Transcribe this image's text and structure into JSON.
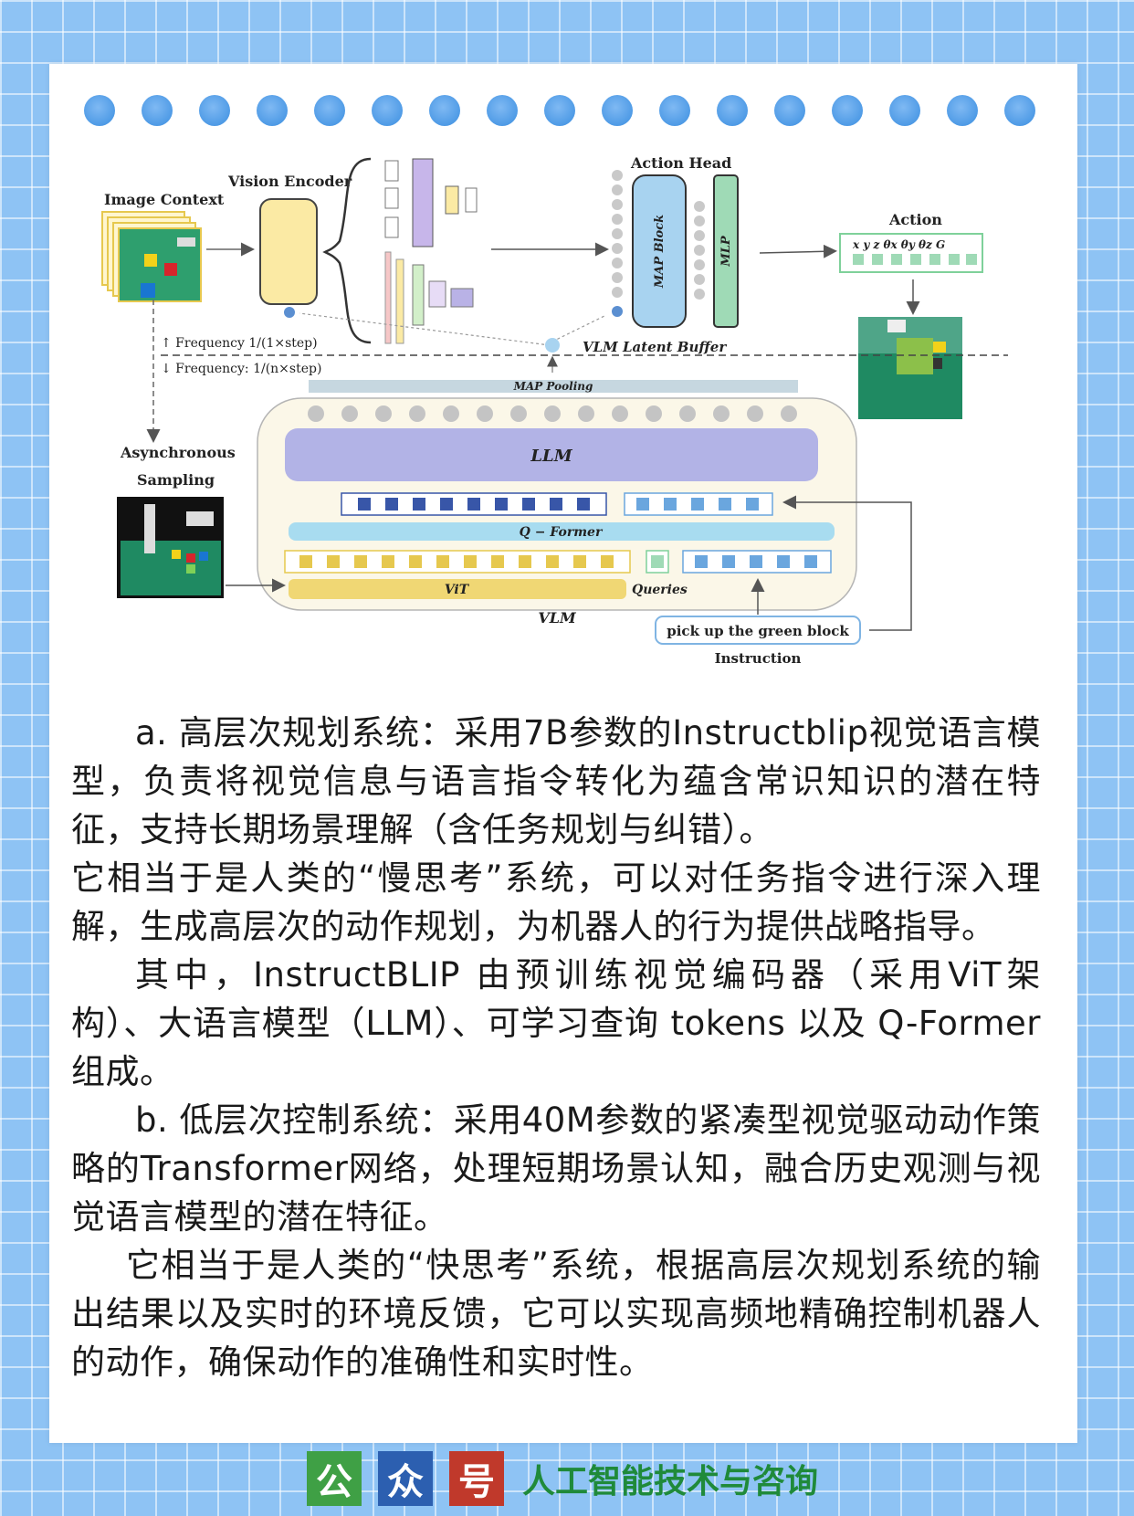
{
  "diagram": {
    "image_context": "Image Context",
    "vision_encoder": "Vision Encoder",
    "action_head": "Action Head",
    "map_block": "MAP Block",
    "mlp": "MLP",
    "action": "Action",
    "action_vars": "x  y  z  θx  θy  θz  G",
    "freq_up": "↑ Frequency  1/(1×step)",
    "freq_down": "↓ Frequency: 1/(n×step)",
    "vlm_latent_buffer": "VLM Latent Buffer",
    "map_pooling": "MAP Pooling",
    "async_1": "Asynchronous",
    "async_2": "Sampling",
    "llm": "LLM",
    "qformer": "Q − Former",
    "vit": "ViT",
    "queries": "Queries",
    "vlm": "VLM",
    "instruction_text": "pick up the green block",
    "instruction_label": "Instruction"
  },
  "paragraphs": [
    "a. 高层次规划系统：采用7B参数的Instructblip视觉语言模型，负责将视觉信息与语言指令转化为蕴含常识知识的潜在特征，支持长期场景理解（含任务规划与纠错）。",
    "它相当于是人类的“慢思考”系统，可以对任务指令进行深入理解，生成高层次的动作规划，为机器人的行为提供战略指导。",
    "其中，InstructBLIP 由预训练视觉编码器（采用ViT架构）、大语言模型（LLM）、可学习查询 tokens 以及 Q-Former 组成。",
    "b. 低层次控制系统：采用40M参数的紧凑型视觉驱动动作策略的Transformer网络，处理短期场景认知，融合历史观测与视觉语言模型的潜在特征。",
    "它相当于是人类的“快思考”系统，根据高层次规划系统的输出结果以及实时的环境反馈，它可以实现高频地精确控制机器人的动作，确保动作的准确性和实时性。"
  ],
  "footer": {
    "c1": "公",
    "c2": "众",
    "c3": "号",
    "name": "人工智能技术与咨询"
  },
  "colors": {
    "background": "#8ec3f4",
    "hole": "#4f9be6",
    "accent_green": "#3fa045",
    "accent_blue": "#2c5fb0",
    "accent_red": "#c0392b"
  }
}
